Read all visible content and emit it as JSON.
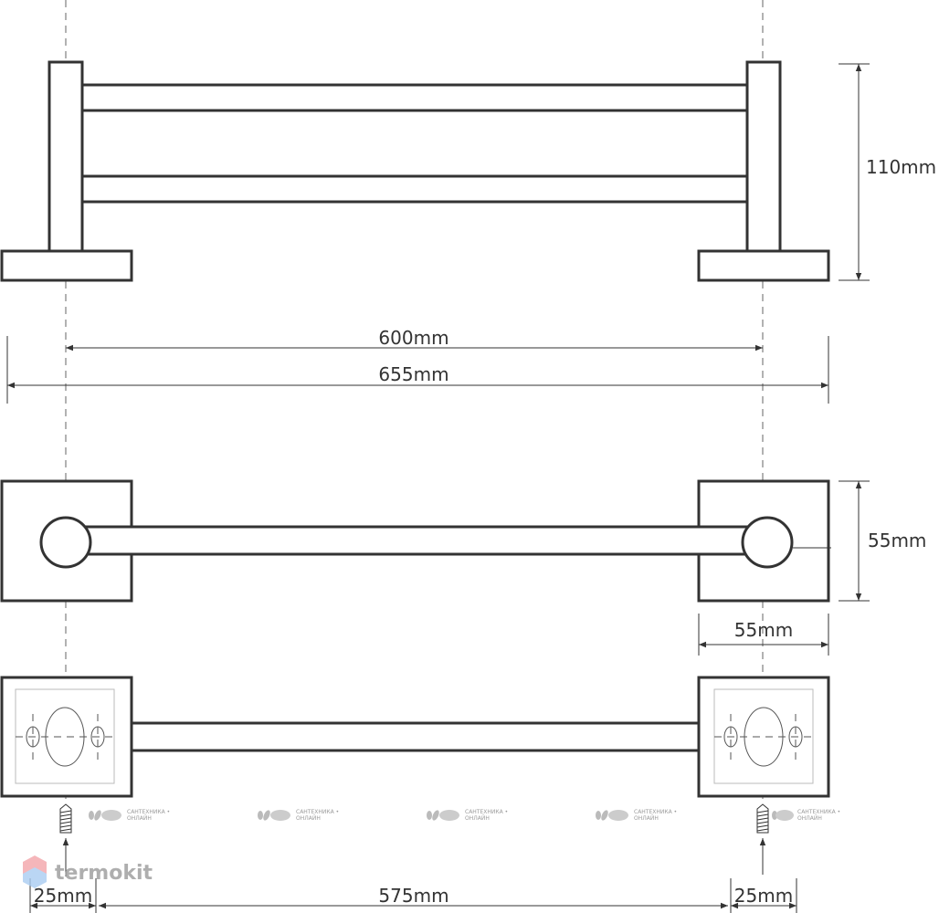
{
  "dimensions": {
    "height_top": "110mm",
    "center_distance": "600mm",
    "overall_length": "655mm",
    "base_height": "55mm",
    "base_width": "55mm",
    "left_offset": "25mm",
    "bar_span": "575mm",
    "right_offset": "25mm"
  },
  "watermarks": {
    "line1": "САНТЕХНИКА •",
    "line2": "ОНЛАЙН",
    "logo": "termokit"
  },
  "colors": {
    "stroke": "#333333",
    "light": "#bbbbbb"
  }
}
